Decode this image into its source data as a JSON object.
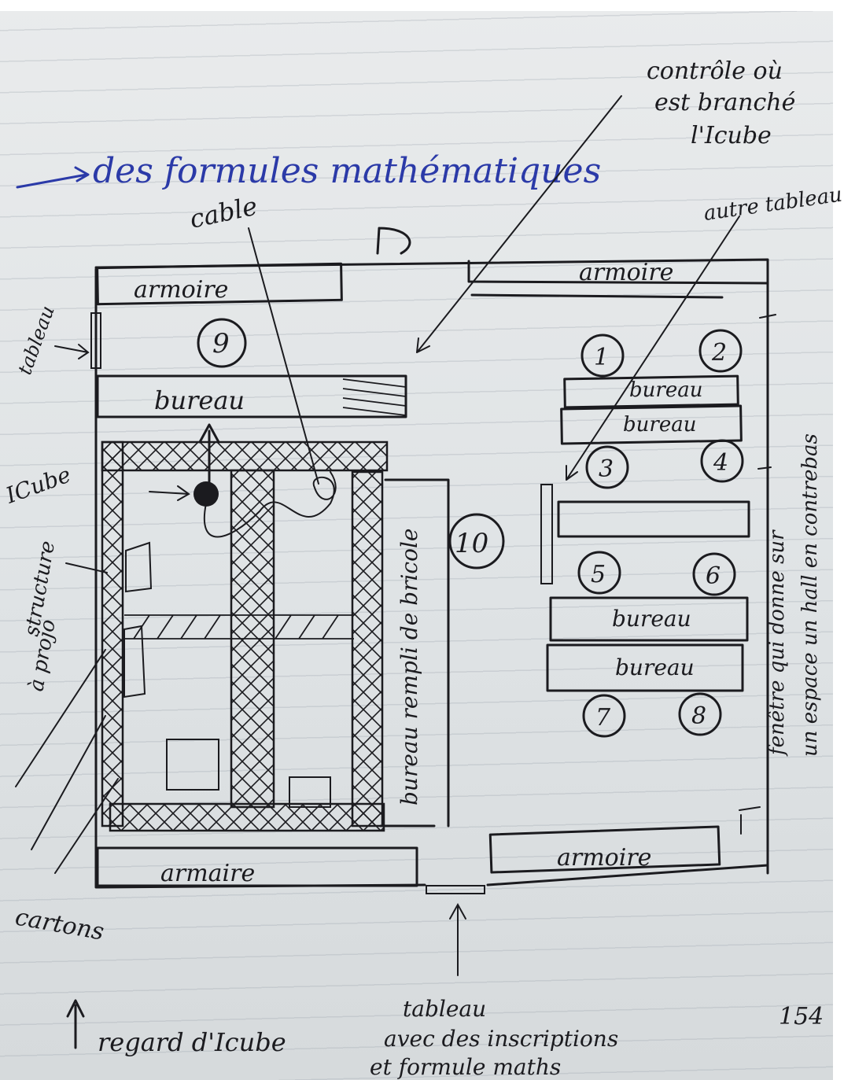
{
  "heading": "des formules mathématiques",
  "labels": {
    "controle": [
      "contrôle où",
      "est branché",
      "l'Icube"
    ],
    "cable": "cable",
    "autre_tableau": "autre tableau",
    "tableau_left": "tableau",
    "icube": "ICube",
    "structure_projo": [
      "structure",
      "à projo"
    ],
    "cartons": "cartons",
    "fenetre": [
      "fenêtre qui donne sur",
      "un espace un hall en contrebas"
    ],
    "bureau_rempli": "bureau rempli de bricole",
    "tableau_bottom": [
      "tableau",
      "avec des inscriptions",
      "et formule maths"
    ],
    "regard": "regard d'Icube",
    "page_number": "154"
  },
  "rooms": {
    "armoire_top_left": "armoire",
    "armoire_top_right": "armoire",
    "armoire_bottom_left": "armaire",
    "armoire_bottom_right": "armoire",
    "bureau_top_left": "bureau",
    "desks_right": [
      "bureau",
      "bureau",
      "bureau",
      "bureau"
    ]
  },
  "seats": [
    "1",
    "2",
    "3",
    "4",
    "5",
    "6",
    "7",
    "8",
    "9",
    "10"
  ],
  "colors": {
    "ink": "#1b1b1f",
    "blue_ink": "#2b3aa8",
    "paper": "#e3e6e8"
  }
}
